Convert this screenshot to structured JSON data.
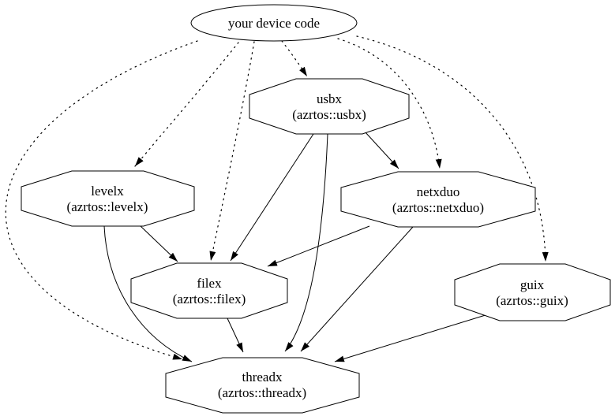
{
  "diagram": {
    "type": "dependency-graph",
    "background_color": "#ffffff",
    "line_color": "#000000",
    "nodes": [
      {
        "id": "device",
        "shape": "ellipse",
        "label": "your device code",
        "sublabel": ""
      },
      {
        "id": "usbx",
        "shape": "octagon",
        "label": "usbx",
        "sublabel": "(azrtos::usbx)"
      },
      {
        "id": "levelx",
        "shape": "octagon",
        "label": "levelx",
        "sublabel": "(azrtos::levelx)"
      },
      {
        "id": "netxduo",
        "shape": "octagon",
        "label": "netxduo",
        "sublabel": "(azrtos::netxduo)"
      },
      {
        "id": "filex",
        "shape": "octagon",
        "label": "filex",
        "sublabel": "(azrtos::filex)"
      },
      {
        "id": "guix",
        "shape": "octagon",
        "label": "guix",
        "sublabel": "(azrtos::guix)"
      },
      {
        "id": "threadx",
        "shape": "octagon",
        "label": "threadx",
        "sublabel": "(azrtos::threadx)"
      }
    ],
    "edges": [
      {
        "from": "device",
        "to": "usbx",
        "style": "dotted"
      },
      {
        "from": "device",
        "to": "levelx",
        "style": "dotted"
      },
      {
        "from": "device",
        "to": "filex",
        "style": "dotted"
      },
      {
        "from": "device",
        "to": "netxduo",
        "style": "dotted"
      },
      {
        "from": "device",
        "to": "guix",
        "style": "dotted"
      },
      {
        "from": "device",
        "to": "threadx",
        "style": "dotted"
      },
      {
        "from": "usbx",
        "to": "netxduo",
        "style": "solid"
      },
      {
        "from": "usbx",
        "to": "filex",
        "style": "solid"
      },
      {
        "from": "usbx",
        "to": "threadx",
        "style": "solid"
      },
      {
        "from": "levelx",
        "to": "filex",
        "style": "solid"
      },
      {
        "from": "levelx",
        "to": "threadx",
        "style": "solid"
      },
      {
        "from": "netxduo",
        "to": "filex",
        "style": "solid"
      },
      {
        "from": "netxduo",
        "to": "threadx",
        "style": "solid"
      },
      {
        "from": "filex",
        "to": "threadx",
        "style": "solid"
      },
      {
        "from": "guix",
        "to": "threadx",
        "style": "solid"
      }
    ]
  }
}
